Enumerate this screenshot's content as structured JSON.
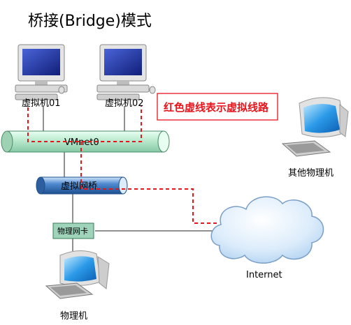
{
  "title": "桥接(Bridge)模式",
  "vm1_label": "虚拟机01",
  "vm2_label": "虚拟机02",
  "vmnet_label": "VMnet0",
  "bridge_label": "虚拟网桥",
  "nic_label": "物理网卡",
  "host_label": "物理机",
  "other_host_label": "其他物理机",
  "internet_label": "Internet",
  "legend_text": "红色虚线表示虚拟线路",
  "colors": {
    "virtual_line": "#e8141b",
    "legend_border": "#e8141b",
    "legend_text": "#e8141b",
    "vmnet_tube": "#b8e8cc",
    "bridge_tube": "#3d74b3",
    "nic_box": "#9fd4bb",
    "cloud": "#cfe6f8",
    "monitor_screen": "#1f33a0",
    "crt_screen": "#1b7fd8"
  },
  "icons": [
    "desktop-computer-icon",
    "crt-monitor-icon",
    "keyboard-icon",
    "mouse-icon",
    "cloud-icon"
  ]
}
